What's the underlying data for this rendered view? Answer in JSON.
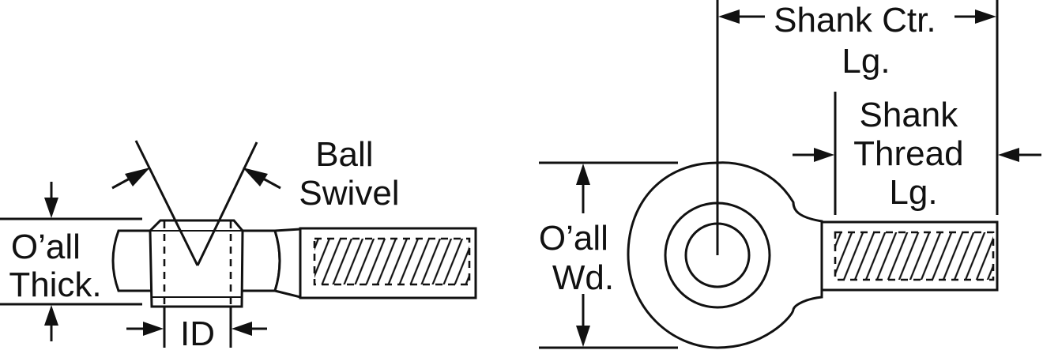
{
  "labels": {
    "oall_thick": [
      "O’all",
      "Thick."
    ],
    "id": "ID",
    "ball_swivel": [
      "Ball",
      "Swivel"
    ],
    "oall_wd": [
      "O’all",
      "Wd."
    ],
    "shank_ctr_lg": [
      "Shank Ctr.",
      "Lg."
    ],
    "shank_thread_lg": [
      "Shank",
      "Thread",
      "Lg."
    ]
  },
  "colors": {
    "line": "#111111",
    "background": "#ffffff"
  }
}
